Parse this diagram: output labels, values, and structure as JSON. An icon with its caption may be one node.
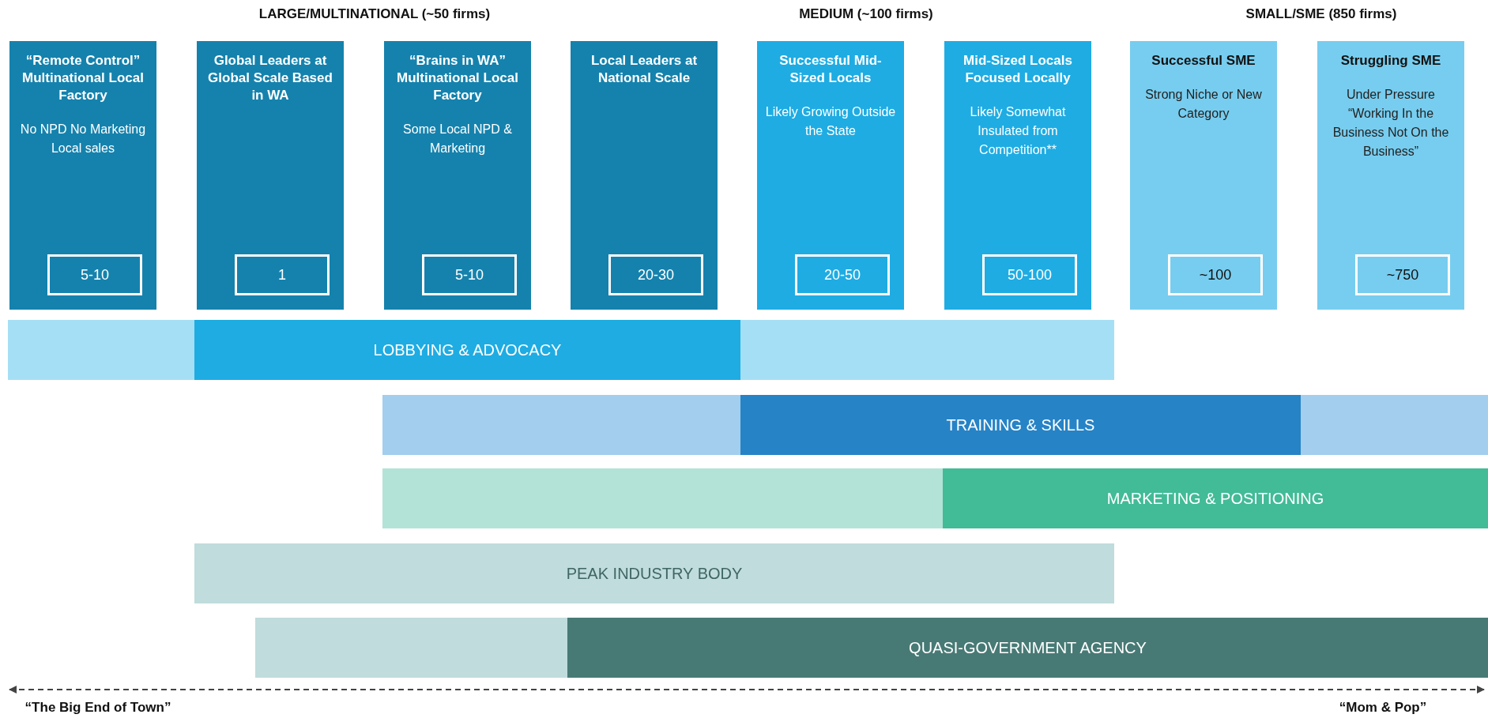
{
  "diagram": {
    "nodes": [
      {
        "text": [
          "“Remote Control” Multinational Local Factory",
          "No NPD No Marketing Local sales"
        ]
      },
      {
        "text": [
          "5-10"
        ],
        "in": 0
      },
      {
        "text": [
          "Global Leaders at Global Scale Based in WA"
        ]
      },
      {
        "text": [
          "1"
        ],
        "in": 2
      },
      {
        "text": [
          "“Brains in WA” Multinational Local Factory",
          "Some Local NPD & Marketing"
        ]
      },
      {
        "text": [
          "5-10"
        ],
        "in": 4
      },
      {
        "text": [
          "Local Leaders at National Scale"
        ]
      },
      {
        "text": [
          "20-30"
        ],
        "in": 6
      },
      {
        "text": [
          "Successful Mid-Sized Locals",
          "Likely Growing Outside the State"
        ]
      },
      {
        "text": [
          "20-50"
        ],
        "in": 8
      },
      {
        "text": [
          "Mid-Sized Locals Focused Locally",
          "Likely Somewhat Insulated from Competition**"
        ]
      },
      {
        "text": [
          "50-100"
        ],
        "in": 10
      },
      {
        "text": [
          "Successful SME",
          "Strong Niche or New Category"
        ]
      },
      {
        "text": [
          "~100"
        ],
        "in": 12
      },
      {
        "text": [
          "Struggling SME",
          "Under Pressure “Working In the Business Not On the Business”"
        ]
      },
      {
        "text": [
          "~750"
        ],
        "in": 14
      },
      {
        "text": [
          "LOBBYING & ADVOCACY"
        ]
      },
      {
        "text": [
          "TRAINING & SKILLS"
        ]
      },
      {
        "text": [
          "MARKETING & POSITIONING"
        ]
      },
      {
        "text": [
          "PEAK INDUSTRY BODY"
        ]
      },
      {
        "text": [
          "QUASI-GOVERNMENT AGENCY"
        ]
      }
    ],
    "edges": [],
    "labels": [
      "LARGE/MULTINATIONAL (~50 firms)",
      "MEDIUM (~100 firms)",
      "SMALL/SME (850 firms)",
      "“The Big End of Town”",
      "“Mom & Pop”"
    ]
  }
}
